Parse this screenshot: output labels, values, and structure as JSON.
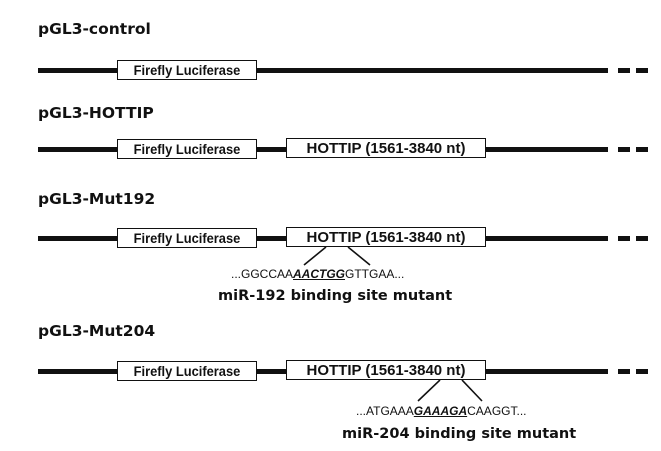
{
  "constructs": [
    {
      "name": "pGL3-control",
      "firefly": "Firefly Luciferase"
    },
    {
      "name": "pGL3-HOTTIP",
      "firefly": "Firefly Luciferase",
      "insert": "HOTTIP (1561-3840 nt)"
    },
    {
      "name": "pGL3-Mut192",
      "firefly": "Firefly Luciferase",
      "insert": "HOTTIP (1561-3840 nt)",
      "mutation": {
        "seq_prefix": "...GGCCAA",
        "seq_mutant": "AACTGG",
        "seq_suffix": "GTTGAA...",
        "caption": "miR-192 binding site mutant"
      }
    },
    {
      "name": "pGL3-Mut204",
      "firefly": "Firefly Luciferase",
      "insert": "HOTTIP (1561-3840 nt)",
      "mutation": {
        "seq_prefix": "...ATGAAA",
        "seq_mutant": "GAAAGA",
        "seq_suffix": "CAAGGT...",
        "caption": "miR-204 binding site mutant"
      }
    }
  ]
}
